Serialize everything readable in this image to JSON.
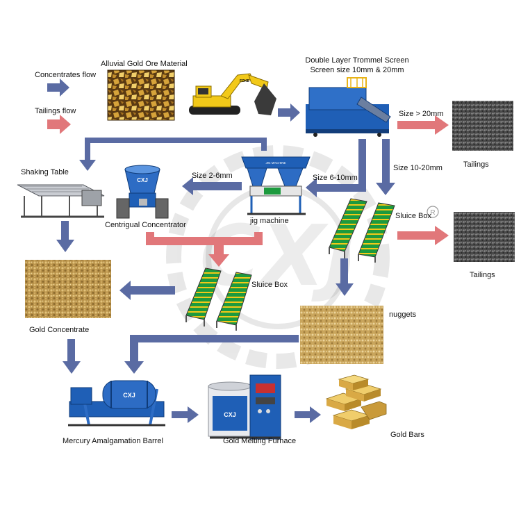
{
  "legend": {
    "concentrates": "Concentrates flow",
    "tailings": "Tailings flow"
  },
  "labels": {
    "ore": "Alluvial Gold Ore Material",
    "trommel_line1": "Double Layer Trommel Screen",
    "trommel_line2": "Screen size 10mm & 20mm",
    "size_gt20": "Size > 20mm",
    "tailings_top": "Tailings",
    "size_10_20": "Size 10-20mm",
    "size_6_10": "Size 6-10mm",
    "size_2_6": "Size 2-6mm",
    "shaking_table": "Shaking Table",
    "centrifugal": "Centrigual Concentrator",
    "jig": "jig machine",
    "sluice_right": "Sluice Box",
    "tailings_right": "Tailings",
    "sluice_mid": "Sluice Box",
    "gold_concentrate": "Gold Concentrate",
    "nuggets": "nuggets",
    "amalgamation": "Mercury Amalgamation Barrel",
    "furnace": "Gold Melting Furnace",
    "gold_bars": "Gold Bars"
  },
  "machine_marks": {
    "excavator": "FOKE",
    "centrifugal": "CXJ",
    "barrel": "CXJ",
    "furnace": "CXJ",
    "jig": "JIG MACHINE"
  },
  "watermark": "CXJ",
  "colors": {
    "concentrates_arrow": "#5a6ba3",
    "tailings_arrow": "#e1777a",
    "machine_blue": "#1f5fb6",
    "excavator_yellow": "#f2c919",
    "sluice_green": "#1d9a3e",
    "gold": "#c8a24a"
  }
}
